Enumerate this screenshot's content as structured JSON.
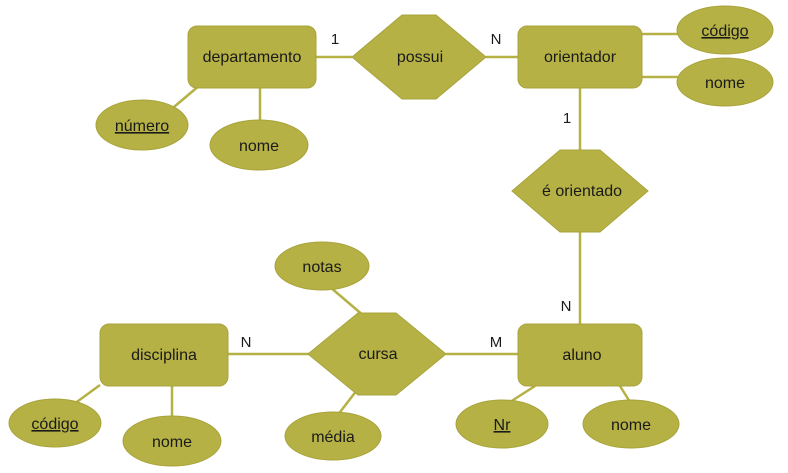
{
  "entities": {
    "departamento": "departamento",
    "orientador": "orientador",
    "disciplina": "disciplina",
    "aluno": "aluno"
  },
  "relationships": {
    "possui": "possui",
    "e_orientado": "é orientado",
    "cursa": "cursa"
  },
  "attributes": {
    "departamento_numero": "número",
    "departamento_nome": "nome",
    "orientador_codigo": "código",
    "orientador_nome": "nome",
    "disciplina_codigo": "código",
    "disciplina_nome": "nome",
    "aluno_nr": "Nr",
    "aluno_nome": "nome",
    "cursa_notas": "notas",
    "cursa_media": "média"
  },
  "cardinalities": {
    "possui_departamento": "1",
    "possui_orientador": "N",
    "orientado_orientador": "1",
    "orientado_aluno": "N",
    "cursa_disciplina": "N",
    "cursa_aluno": "M"
  },
  "colors": {
    "shape_fill": "#b5b145",
    "edge": "#b5b145"
  }
}
